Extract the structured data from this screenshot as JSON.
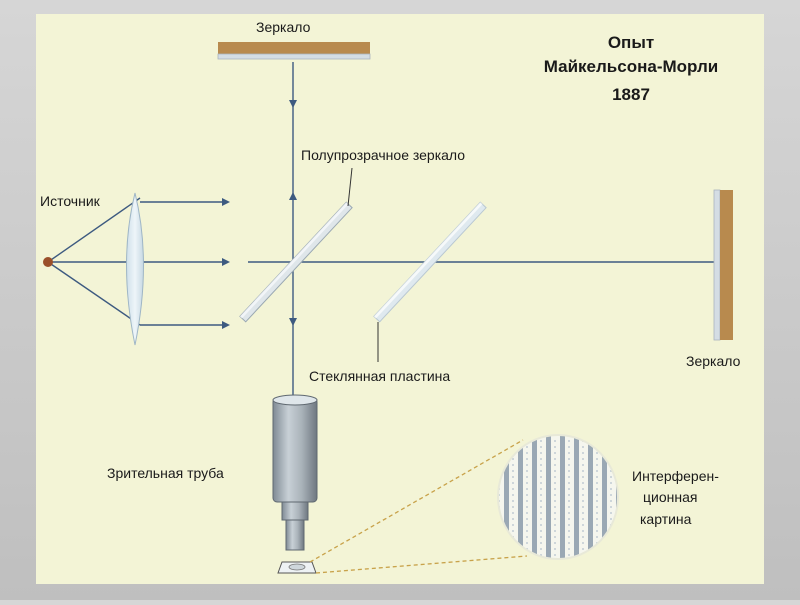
{
  "title": {
    "line1": "Опыт",
    "line2": "Майкельсона-Морли",
    "line3": "1887"
  },
  "labels": {
    "mirror_top": "Зеркало",
    "mirror_right": "Зеркало",
    "source": "Источник",
    "beam_splitter": "Полупрозрачное зеркало",
    "glass_plate": "Стеклянная пластина",
    "telescope": "Зрительная труба",
    "interference_line1": "Интерферен-",
    "interference_line2": "ционная",
    "interference_line3": "картина"
  },
  "colors": {
    "panel": "#f3f4d6",
    "beam": "#3d5a80",
    "mirror_face": "#b88a4e",
    "glass": "#dfe9ef",
    "source_dot": "#9a4f2a",
    "leader_dashed": "#c8a24a"
  }
}
